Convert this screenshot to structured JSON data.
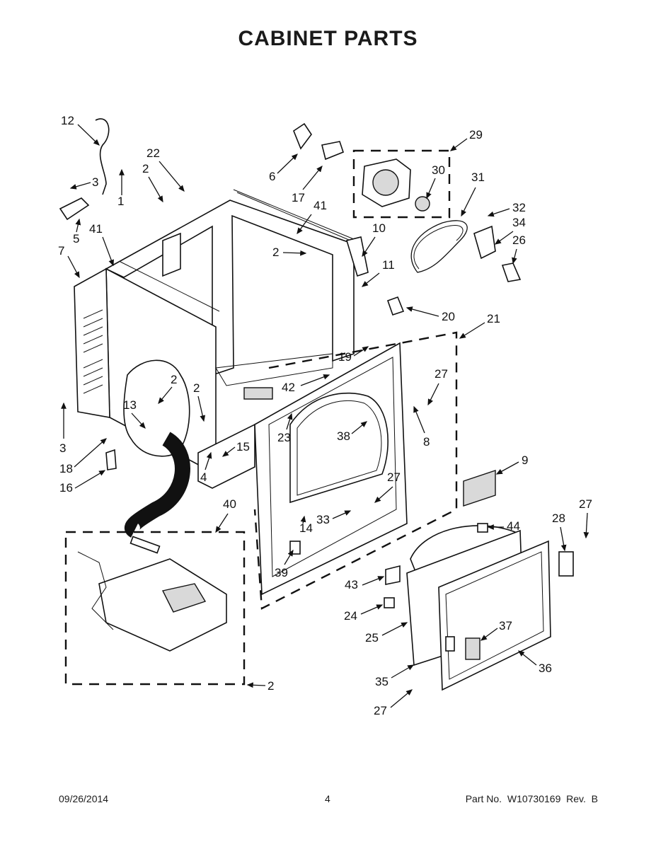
{
  "title": "CABINET PARTS",
  "footer": {
    "date": "09/26/2014",
    "page": "4",
    "part_no": "Part No.  W10730169  Rev.  B"
  },
  "callouts": [
    "12",
    "22",
    "3",
    "2",
    "1",
    "5",
    "41",
    "7",
    "6",
    "17",
    "29",
    "30",
    "31",
    "32",
    "34",
    "26",
    "10",
    "11",
    "20",
    "21",
    "19",
    "27",
    "8",
    "42",
    "38",
    "23",
    "15",
    "13",
    "18",
    "16",
    "4",
    "9",
    "44",
    "28",
    "33",
    "14",
    "39",
    "40",
    "43",
    "24",
    "25",
    "37",
    "35",
    "36"
  ]
}
